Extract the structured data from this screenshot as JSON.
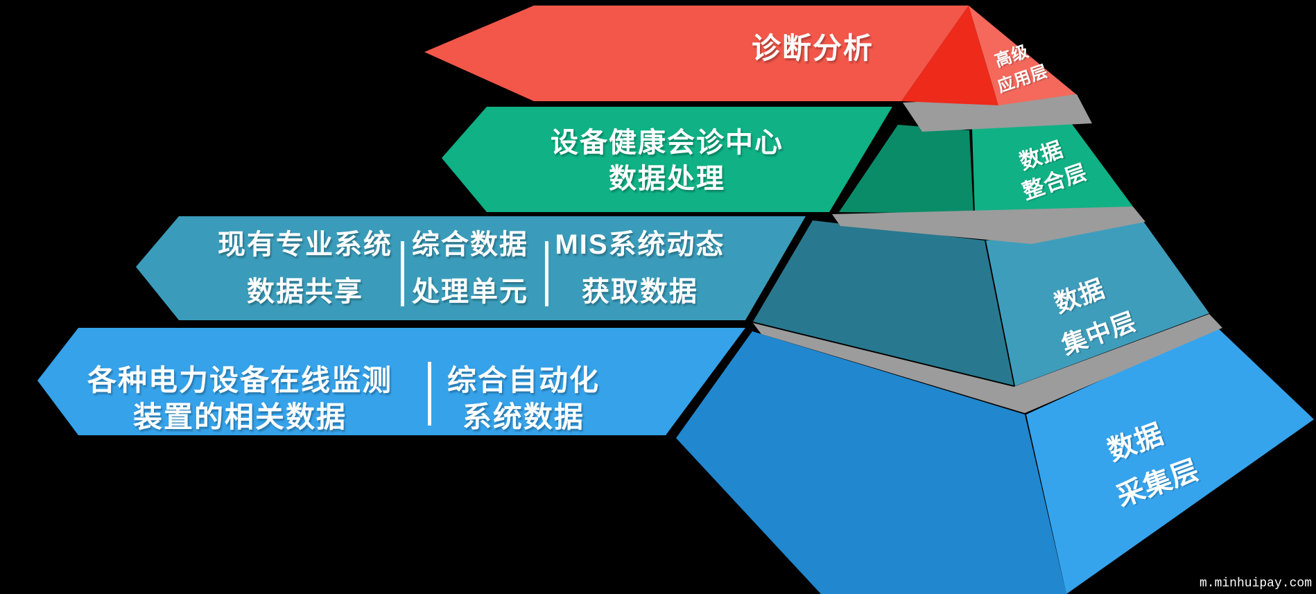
{
  "colors": {
    "background": "#000000",
    "band1": "#F2574A",
    "apex_front": "#EE2A1B",
    "apex_side": "#F4695C",
    "band2": "#0FB185",
    "front2": "#0B8C69",
    "side2": "#10B185",
    "band3": "#3A9CBA",
    "front3": "#28798F",
    "side3": "#3F9DBC",
    "band4": "#35A2EA",
    "front4": "#2187CE",
    "side4": "#36A4ED",
    "separator_gray": "#9C9C9C",
    "text": "#FFFFFF"
  },
  "levels": [
    {
      "band_line1": "诊断分析",
      "side_line1": "高级",
      "side_line2": "应用层"
    },
    {
      "band_line1": "设备健康会诊中心",
      "band_line2": "数据处理",
      "side_line1": "数据",
      "side_line2": "整合层"
    },
    {
      "columns": [
        {
          "line1": "现有专业系统",
          "line2": "数据共享"
        },
        {
          "line1": "综合数据",
          "line2": "处理单元"
        },
        {
          "line1": "MIS系统动态",
          "line2": "获取数据"
        }
      ],
      "side_line1": "数据",
      "side_line2": "集中层"
    },
    {
      "columns": [
        {
          "line1": "各种电力设备在线监测",
          "line2": "装置的相关数据"
        },
        {
          "line1": "综合自动化",
          "line2": "系统数据"
        }
      ],
      "side_line1": "数据",
      "side_line2": "采集层"
    }
  ],
  "watermark": "m.minhuipay.com"
}
